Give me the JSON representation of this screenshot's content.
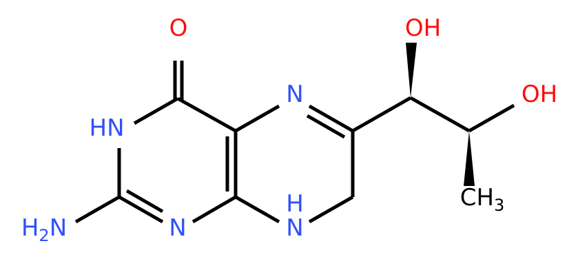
{
  "molecule": {
    "atoms": [
      {
        "id": "O1",
        "text": "O",
        "sub": "",
        "element": "O",
        "color": "#ff0d0d"
      },
      {
        "id": "NH3",
        "text": "HN",
        "sub": "",
        "element": "N",
        "color": "#3050f8"
      },
      {
        "id": "N5",
        "text": "N",
        "sub": "",
        "element": "N",
        "color": "#3050f8"
      },
      {
        "id": "NH2",
        "text": "H",
        "sub": "2",
        "tail": "N",
        "element": "N",
        "color": "#3050f8"
      },
      {
        "id": "N1",
        "text": "N",
        "sub": "",
        "element": "N",
        "color": "#3050f8"
      },
      {
        "id": "NH8",
        "text": "N",
        "sub": "",
        "element": "N",
        "color": "#3050f8"
      },
      {
        "id": "H8",
        "text": "H",
        "sub": "",
        "element": "H",
        "color": "#3050f8"
      },
      {
        "id": "OH1",
        "text": "OH",
        "sub": "",
        "element": "O",
        "color": "#ff0d0d"
      },
      {
        "id": "OH2",
        "text": "OH",
        "sub": "",
        "element": "O",
        "color": "#ff0d0d"
      },
      {
        "id": "CH3",
        "text": "CH",
        "sub": "3",
        "element": "C",
        "color": "#000000"
      }
    ],
    "bond_color": "#000000",
    "heteroatom_colors": {
      "N": "#3050f8",
      "O": "#ff0d0d",
      "C": "#000000"
    }
  }
}
